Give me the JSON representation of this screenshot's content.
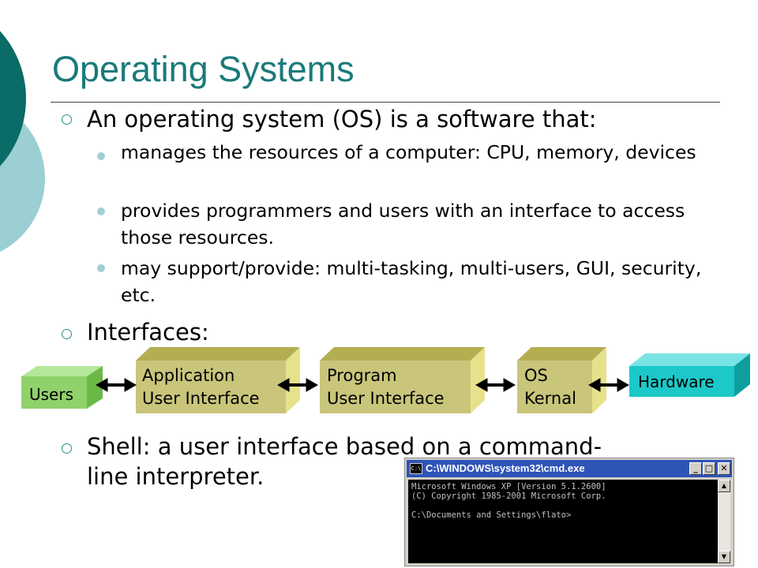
{
  "slide": {
    "title": "Operating Systems",
    "bullets": {
      "os_definition": "An operating system (OS) is a software that:",
      "os_points": [
        "manages the resources of a computer: CPU, memory, devices",
        "provides programmers and users with an interface to access those resources.",
        "may support/provide: multi-tasking, multi-users, GUI, security, etc."
      ],
      "interfaces": "Interfaces:",
      "shell_line1": "Shell: a user interface based on a command-",
      "shell_line2": "line interpreter."
    }
  },
  "diagram": {
    "boxes": {
      "users": "Users",
      "app_ui_line1": "Application",
      "app_ui_line2": "User Interface",
      "prog_ui_line1": "Program",
      "prog_ui_line2": "User Interface",
      "os_line1": "OS",
      "os_line2": "Kernal",
      "hardware": "Hardware"
    }
  },
  "cmd_window": {
    "title": "C:\\WINDOWS\\system32\\cmd.exe",
    "icon_label": "C:\\",
    "lines": [
      "Microsoft Windows XP [Version 5.1.2600]",
      "(C) Copyright 1985-2001 Microsoft Corp.",
      "",
      "C:\\Documents and Settings\\flato>"
    ]
  },
  "colors": {
    "title": "#1a7a7a",
    "deco_dark": "#0b6b66",
    "deco_light": "#9ccfd3",
    "box_green": "#8fd16a",
    "box_olive": "#c9c57a",
    "box_cyan": "#1cc8c8"
  }
}
